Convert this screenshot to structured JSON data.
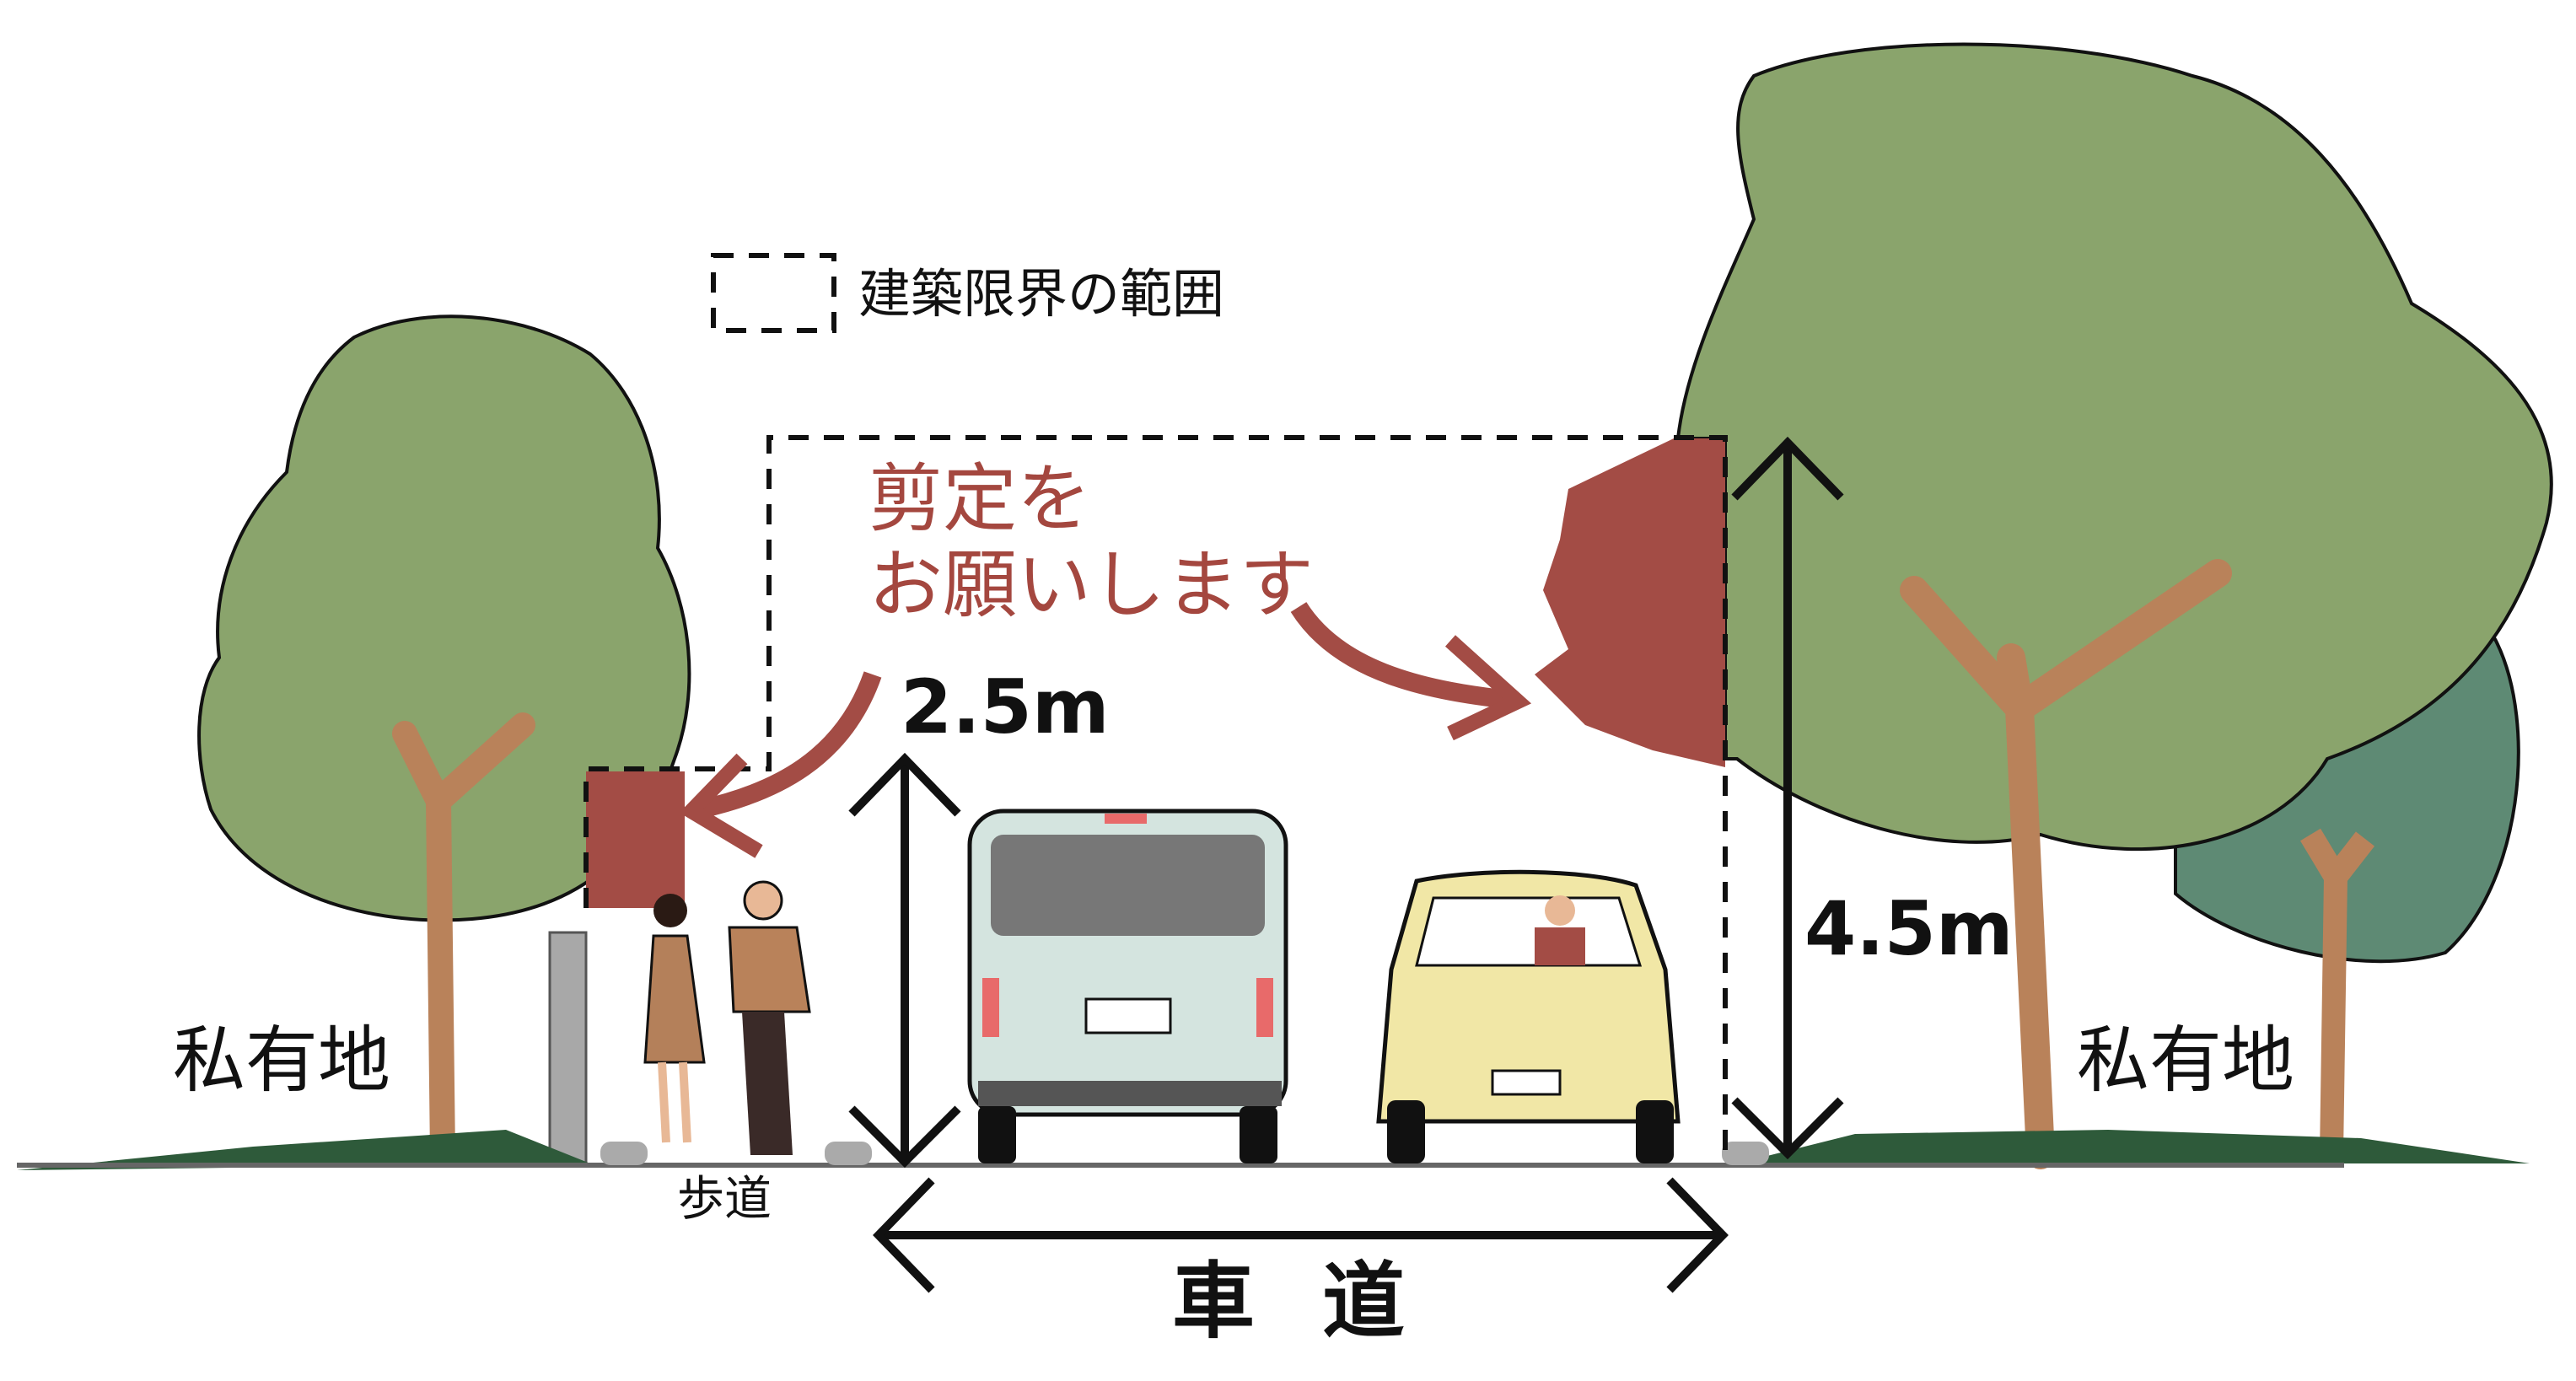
{
  "legend": {
    "label": "建築限界の範囲"
  },
  "callout": {
    "line1": "剪定を",
    "line2": "お願いします"
  },
  "dimensions": {
    "sidewalk_height": "2.5m",
    "roadway_height": "4.5m"
  },
  "labels": {
    "private_left": "私有地",
    "private_right": "私有地",
    "sidewalk": "歩道",
    "roadway": "車道"
  },
  "colors": {
    "canopy": "#8aa46c",
    "canopy_dark": "#5e8a74",
    "trim": "#a34c45",
    "trunk": "#b9825a",
    "van": "#d4e4df",
    "car": "#f1e7a6"
  }
}
